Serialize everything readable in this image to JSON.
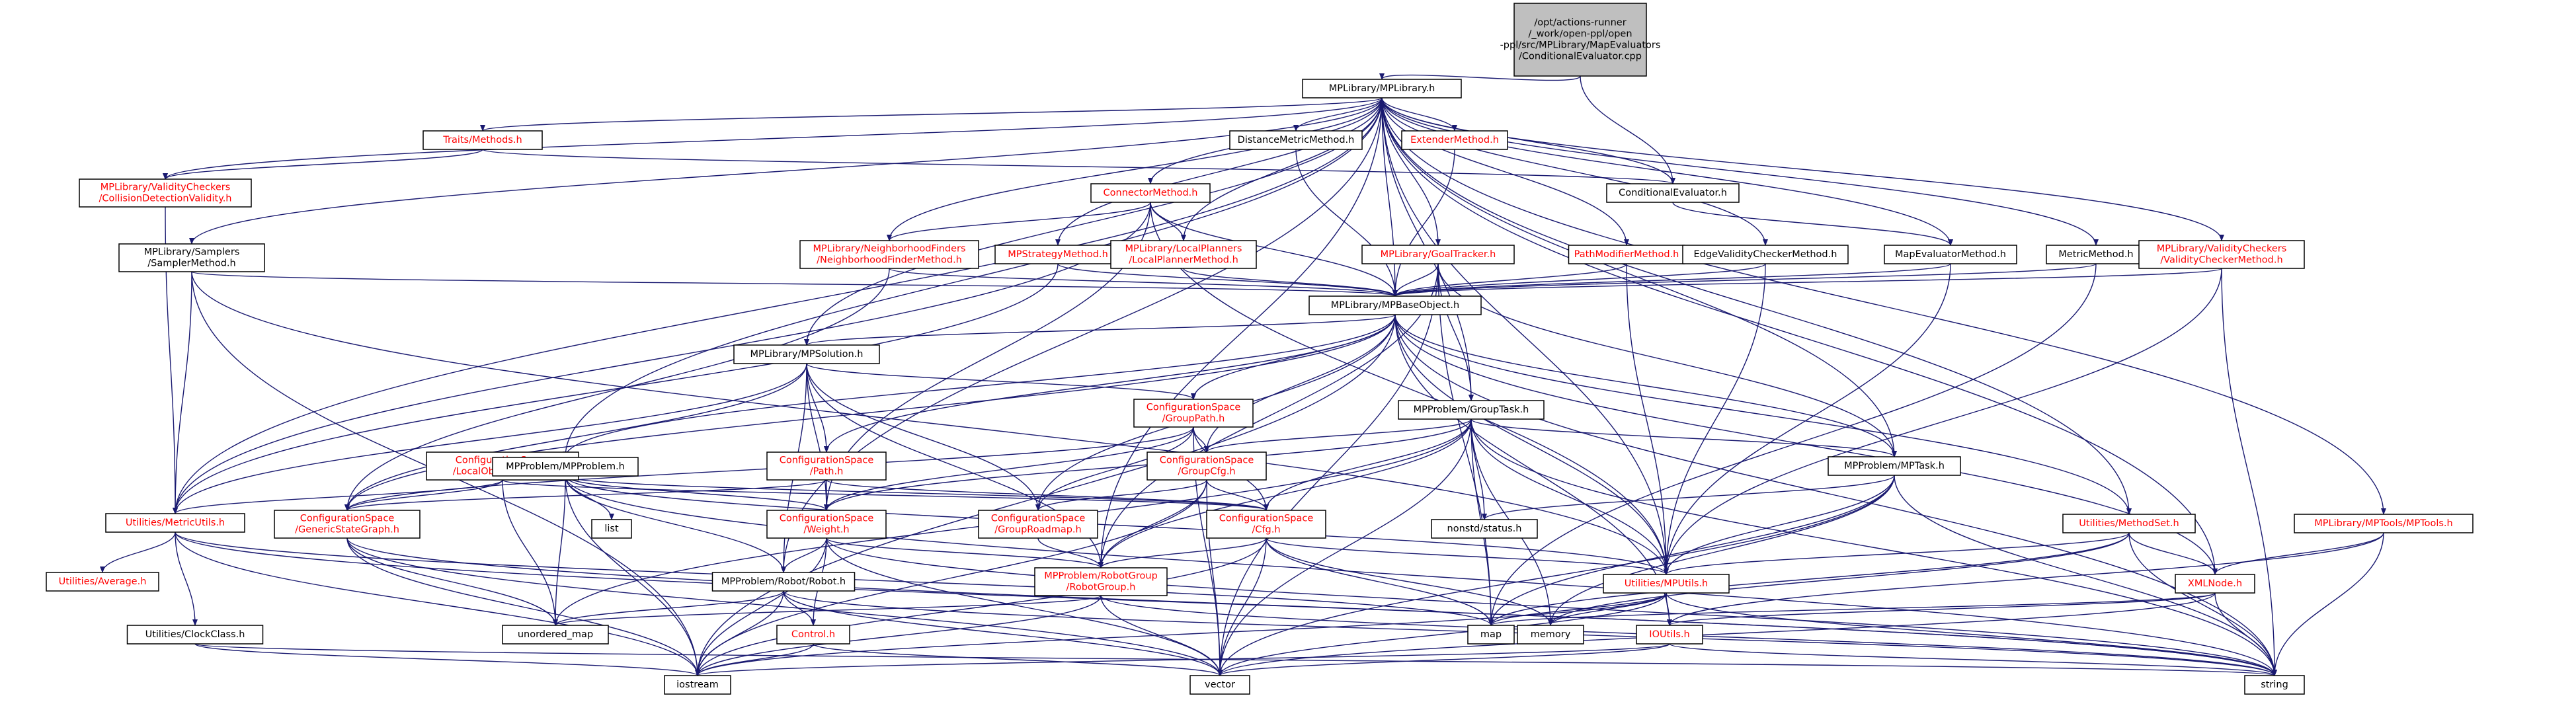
{
  "colors": {
    "edge": "#191970",
    "text_normal": "#000000",
    "text_link_missing": "#ff0000",
    "root_fill": "#bfbfbf",
    "node_fill": "#ffffff",
    "border": "#000000"
  },
  "nodes": [
    {
      "id": "root",
      "lines": [
        "/opt/actions-runner",
        "/_work/open-ppl/open",
        "-ppl/src/MPLibrary/MapEvaluators",
        "/ConditionalEvaluator.cpp"
      ],
      "style": "root"
    },
    {
      "id": "mplibrary",
      "lines": [
        "MPLibrary/MPLibrary.h"
      ],
      "style": "normal"
    },
    {
      "id": "traits",
      "lines": [
        "Traits/Methods.h"
      ],
      "style": "red"
    },
    {
      "id": "distancemetric",
      "lines": [
        "DistanceMetricMethod.h"
      ],
      "style": "normal"
    },
    {
      "id": "extender",
      "lines": [
        "ExtenderMethod.h"
      ],
      "style": "red"
    },
    {
      "id": "colldetval",
      "lines": [
        "MPLibrary/ValidityCheckers",
        "/CollisionDetectionValidity.h"
      ],
      "style": "red"
    },
    {
      "id": "condeval",
      "lines": [
        "ConditionalEvaluator.h"
      ],
      "style": "normal"
    },
    {
      "id": "connector",
      "lines": [
        "ConnectorMethod.h"
      ],
      "style": "red"
    },
    {
      "id": "samplers",
      "lines": [
        "MPLibrary/Samplers",
        "/SamplerMethod.h"
      ],
      "style": "normal"
    },
    {
      "id": "nfinders",
      "lines": [
        "MPLibrary/NeighborhoodFinders",
        "/NeighborhoodFinderMethod.h"
      ],
      "style": "red"
    },
    {
      "id": "mpstrategy",
      "lines": [
        "MPStrategyMethod.h"
      ],
      "style": "red"
    },
    {
      "id": "localplanners",
      "lines": [
        "MPLibrary/LocalPlanners",
        "/LocalPlannerMethod.h"
      ],
      "style": "red"
    },
    {
      "id": "goaltracker",
      "lines": [
        "MPLibrary/GoalTracker.h"
      ],
      "style": "red"
    },
    {
      "id": "pathmodifier",
      "lines": [
        "PathModifierMethod.h"
      ],
      "style": "red"
    },
    {
      "id": "edgevalidity",
      "lines": [
        "EdgeValidityCheckerMethod.h"
      ],
      "style": "normal"
    },
    {
      "id": "mapeval",
      "lines": [
        "MapEvaluatorMethod.h"
      ],
      "style": "normal"
    },
    {
      "id": "metric",
      "lines": [
        "MetricMethod.h"
      ],
      "style": "normal"
    },
    {
      "id": "validitychecker",
      "lines": [
        "MPLibrary/ValidityCheckers",
        "/ValidityCheckerMethod.h"
      ],
      "style": "red"
    },
    {
      "id": "mpbase",
      "lines": [
        "MPLibrary/MPBaseObject.h"
      ],
      "style": "normal"
    },
    {
      "id": "mpsolution",
      "lines": [
        "MPLibrary/MPSolution.h"
      ],
      "style": "normal"
    },
    {
      "id": "grouppath",
      "lines": [
        "ConfigurationSpace",
        "/GroupPath.h"
      ],
      "style": "red"
    },
    {
      "id": "grouptask",
      "lines": [
        "MPProblem/GroupTask.h"
      ],
      "style": "normal"
    },
    {
      "id": "localobstacle",
      "lines": [
        "ConfigurationSpace",
        "/LocalObstacleMap.h"
      ],
      "style": "red"
    },
    {
      "id": "mpproblem",
      "lines": [
        "MPProblem/MPProblem.h"
      ],
      "style": "normal"
    },
    {
      "id": "path",
      "lines": [
        "ConfigurationSpace",
        "/Path.h"
      ],
      "style": "red"
    },
    {
      "id": "groupcfg",
      "lines": [
        "ConfigurationSpace",
        "/GroupCfg.h"
      ],
      "style": "red"
    },
    {
      "id": "mptask",
      "lines": [
        "MPProblem/MPTask.h"
      ],
      "style": "normal"
    },
    {
      "id": "metricutils",
      "lines": [
        "Utilities/MetricUtils.h"
      ],
      "style": "red"
    },
    {
      "id": "genstategraph",
      "lines": [
        "ConfigurationSpace",
        "/GenericStateGraph.h"
      ],
      "style": "red"
    },
    {
      "id": "list",
      "lines": [
        "list"
      ],
      "style": "normal"
    },
    {
      "id": "weight",
      "lines": [
        "ConfigurationSpace",
        "/Weight.h"
      ],
      "style": "red"
    },
    {
      "id": "grouproadmap",
      "lines": [
        "ConfigurationSpace",
        "/GroupRoadmap.h"
      ],
      "style": "red"
    },
    {
      "id": "cfg",
      "lines": [
        "ConfigurationSpace",
        "/Cfg.h"
      ],
      "style": "red"
    },
    {
      "id": "nonstdstatus",
      "lines": [
        "nonstd/status.h"
      ],
      "style": "normal"
    },
    {
      "id": "methodset",
      "lines": [
        "Utilities/MethodSet.h"
      ],
      "style": "red"
    },
    {
      "id": "mptools",
      "lines": [
        "MPLibrary/MPTools/MPTools.h"
      ],
      "style": "red"
    },
    {
      "id": "average",
      "lines": [
        "Utilities/Average.h"
      ],
      "style": "red"
    },
    {
      "id": "robot",
      "lines": [
        "MPProblem/Robot/Robot.h"
      ],
      "style": "normal"
    },
    {
      "id": "robotgroup",
      "lines": [
        "MPProblem/RobotGroup",
        "/RobotGroup.h"
      ],
      "style": "red"
    },
    {
      "id": "mputils",
      "lines": [
        "Utilities/MPUtils.h"
      ],
      "style": "red"
    },
    {
      "id": "xmlnode",
      "lines": [
        "XMLNode.h"
      ],
      "style": "red"
    },
    {
      "id": "clockclass",
      "lines": [
        "Utilities/ClockClass.h"
      ],
      "style": "normal"
    },
    {
      "id": "unorderedmap",
      "lines": [
        "unordered_map"
      ],
      "style": "normal"
    },
    {
      "id": "control",
      "lines": [
        "Control.h"
      ],
      "style": "red"
    },
    {
      "id": "map",
      "lines": [
        "map"
      ],
      "style": "normal"
    },
    {
      "id": "memory",
      "lines": [
        "memory"
      ],
      "style": "normal"
    },
    {
      "id": "ioutils",
      "lines": [
        "IOUtils.h"
      ],
      "style": "red"
    },
    {
      "id": "iostream",
      "lines": [
        "iostream"
      ],
      "style": "normal"
    },
    {
      "id": "vector",
      "lines": [
        "vector"
      ],
      "style": "normal"
    },
    {
      "id": "string",
      "lines": [
        "string"
      ],
      "style": "normal"
    }
  ],
  "edges": [
    [
      "root",
      "mplibrary"
    ],
    [
      "root",
      "condeval"
    ],
    [
      "mplibrary",
      "traits"
    ],
    [
      "mplibrary",
      "distancemetric"
    ],
    [
      "mplibrary",
      "extender"
    ],
    [
      "mplibrary",
      "colldetval"
    ],
    [
      "mplibrary",
      "condeval"
    ],
    [
      "mplibrary",
      "connector"
    ],
    [
      "mplibrary",
      "samplers"
    ],
    [
      "mplibrary",
      "nfinders"
    ],
    [
      "mplibrary",
      "mpstrategy"
    ],
    [
      "mplibrary",
      "localplanners"
    ],
    [
      "mplibrary",
      "goaltracker"
    ],
    [
      "mplibrary",
      "pathmodifier"
    ],
    [
      "mplibrary",
      "edgevalidity"
    ],
    [
      "mplibrary",
      "mapeval"
    ],
    [
      "mplibrary",
      "metric"
    ],
    [
      "mplibrary",
      "validitychecker"
    ],
    [
      "mplibrary",
      "mpbase"
    ],
    [
      "mplibrary",
      "mpsolution"
    ],
    [
      "mplibrary",
      "grouptask"
    ],
    [
      "mplibrary",
      "mpproblem"
    ],
    [
      "mplibrary",
      "mptask"
    ],
    [
      "mplibrary",
      "metricutils"
    ],
    [
      "mplibrary",
      "methodset"
    ],
    [
      "mplibrary",
      "mptools"
    ],
    [
      "mplibrary",
      "robot"
    ],
    [
      "mplibrary",
      "robotgroup"
    ],
    [
      "mplibrary",
      "mputils"
    ],
    [
      "mplibrary",
      "xmlnode"
    ],
    [
      "traits",
      "colldetval"
    ],
    [
      "traits",
      "condeval"
    ],
    [
      "distancemetric",
      "mpbase"
    ],
    [
      "extender",
      "mpbase"
    ],
    [
      "colldetval",
      "metricutils"
    ],
    [
      "condeval",
      "mapeval"
    ],
    [
      "connector",
      "nfinders"
    ],
    [
      "connector",
      "localplanners"
    ],
    [
      "connector",
      "mpbase"
    ],
    [
      "connector",
      "metricutils"
    ],
    [
      "connector",
      "weight"
    ],
    [
      "connector",
      "mputils"
    ],
    [
      "samplers",
      "mpbase"
    ],
    [
      "samplers",
      "metricutils"
    ],
    [
      "samplers",
      "mputils"
    ],
    [
      "samplers",
      "iostream"
    ],
    [
      "nfinders",
      "mpbase"
    ],
    [
      "nfinders",
      "genstategraph"
    ],
    [
      "mpstrategy",
      "mpbase"
    ],
    [
      "mpstrategy",
      "metricutils"
    ],
    [
      "localplanners",
      "mpbase"
    ],
    [
      "goaltracker",
      "mpbase"
    ],
    [
      "goaltracker",
      "grouptask"
    ],
    [
      "goaltracker",
      "mptask"
    ],
    [
      "goaltracker",
      "robotgroup"
    ],
    [
      "goaltracker",
      "map"
    ],
    [
      "goaltracker",
      "vector"
    ],
    [
      "pathmodifier",
      "mpbase"
    ],
    [
      "pathmodifier",
      "mputils"
    ],
    [
      "edgevalidity",
      "mpbase"
    ],
    [
      "edgevalidity",
      "mputils"
    ],
    [
      "mapeval",
      "mpbase"
    ],
    [
      "mapeval",
      "mputils"
    ],
    [
      "metric",
      "mpbase"
    ],
    [
      "metric",
      "map"
    ],
    [
      "validitychecker",
      "mpbase"
    ],
    [
      "validitychecker",
      "mputils"
    ],
    [
      "validitychecker",
      "string"
    ],
    [
      "mpbase",
      "mpsolution"
    ],
    [
      "mpbase",
      "grouppath"
    ],
    [
      "mpbase",
      "mpproblem"
    ],
    [
      "mpbase",
      "path"
    ],
    [
      "mpbase",
      "groupcfg"
    ],
    [
      "mpbase",
      "mptask"
    ],
    [
      "mpbase",
      "genstategraph"
    ],
    [
      "mpbase",
      "grouproadmap"
    ],
    [
      "mpbase",
      "methodset"
    ],
    [
      "mpbase",
      "mputils"
    ],
    [
      "mpbase",
      "xmlnode"
    ],
    [
      "mpbase",
      "ioutils"
    ],
    [
      "mpbase",
      "iostream"
    ],
    [
      "mpbase",
      "string"
    ],
    [
      "mpsolution",
      "grouppath"
    ],
    [
      "mpsolution",
      "path"
    ],
    [
      "mpsolution",
      "metricutils"
    ],
    [
      "mpsolution",
      "genstategraph"
    ],
    [
      "mpsolution",
      "weight"
    ],
    [
      "mpsolution",
      "grouproadmap"
    ],
    [
      "mpsolution",
      "robot"
    ],
    [
      "mpsolution",
      "robotgroup"
    ],
    [
      "grouppath",
      "groupcfg"
    ],
    [
      "grouppath",
      "cfg"
    ],
    [
      "grouppath",
      "weight"
    ],
    [
      "grouppath",
      "grouproadmap"
    ],
    [
      "grouppath",
      "genstategraph"
    ],
    [
      "grouppath",
      "vector"
    ],
    [
      "grouptask",
      "mptask"
    ],
    [
      "grouptask",
      "groupcfg"
    ],
    [
      "grouptask",
      "cfg"
    ],
    [
      "grouptask",
      "nonstdstatus"
    ],
    [
      "grouptask",
      "robotgroup"
    ],
    [
      "grouptask",
      "unorderedmap"
    ],
    [
      "grouptask",
      "map"
    ],
    [
      "grouptask",
      "memory"
    ],
    [
      "grouptask",
      "vector"
    ],
    [
      "grouptask",
      "string"
    ],
    [
      "grouptask",
      "weight"
    ],
    [
      "grouptask",
      "mputils"
    ],
    [
      "localobstacle",
      "metricutils"
    ],
    [
      "localobstacle",
      "genstategraph"
    ],
    [
      "localobstacle",
      "cfg"
    ],
    [
      "localobstacle",
      "unorderedmap"
    ],
    [
      "mpproblem",
      "list"
    ],
    [
      "mpproblem",
      "cfg"
    ],
    [
      "mpproblem",
      "weight"
    ],
    [
      "mpproblem",
      "robot"
    ],
    [
      "mpproblem",
      "unorderedmap"
    ],
    [
      "mpproblem",
      "iostream"
    ],
    [
      "mpproblem",
      "string"
    ],
    [
      "mpproblem",
      "mputils"
    ],
    [
      "path",
      "weight"
    ],
    [
      "path",
      "genstategraph"
    ],
    [
      "path",
      "cfg"
    ],
    [
      "groupcfg",
      "cfg"
    ],
    [
      "groupcfg",
      "grouproadmap"
    ],
    [
      "groupcfg",
      "robotgroup"
    ],
    [
      "groupcfg",
      "iostream"
    ],
    [
      "groupcfg",
      "vector"
    ],
    [
      "mptask",
      "nonstdstatus"
    ],
    [
      "mptask",
      "mputils"
    ],
    [
      "mptask",
      "map"
    ],
    [
      "mptask",
      "memory"
    ],
    [
      "mptask",
      "vector"
    ],
    [
      "mptask",
      "string"
    ],
    [
      "metricutils",
      "average"
    ],
    [
      "metricutils",
      "clockclass"
    ],
    [
      "metricutils",
      "iostream"
    ],
    [
      "metricutils",
      "string"
    ],
    [
      "metricutils",
      "map"
    ],
    [
      "genstategraph",
      "unorderedmap"
    ],
    [
      "genstategraph",
      "iostream"
    ],
    [
      "genstategraph",
      "vector"
    ],
    [
      "genstategraph",
      "string"
    ],
    [
      "weight",
      "robot"
    ],
    [
      "weight",
      "control"
    ],
    [
      "weight",
      "robotgroup"
    ],
    [
      "weight",
      "iostream"
    ],
    [
      "weight",
      "vector"
    ],
    [
      "weight",
      "string"
    ],
    [
      "grouproadmap",
      "robotgroup"
    ],
    [
      "cfg",
      "robotgroup"
    ],
    [
      "cfg",
      "mputils"
    ],
    [
      "cfg",
      "map"
    ],
    [
      "cfg",
      "memory"
    ],
    [
      "cfg",
      "vector"
    ],
    [
      "cfg",
      "iostream"
    ],
    [
      "methodset",
      "mputils"
    ],
    [
      "methodset",
      "xmlnode"
    ],
    [
      "methodset",
      "map"
    ],
    [
      "methodset",
      "memory"
    ],
    [
      "methodset",
      "string"
    ],
    [
      "mptools",
      "xmlnode"
    ],
    [
      "mptools",
      "ioutils"
    ],
    [
      "mptools",
      "string"
    ],
    [
      "robot",
      "control"
    ],
    [
      "robot",
      "unorderedmap"
    ],
    [
      "robot",
      "iostream"
    ],
    [
      "robot",
      "vector"
    ],
    [
      "robot",
      "string"
    ],
    [
      "robotgroup",
      "unorderedmap"
    ],
    [
      "robotgroup",
      "vector"
    ],
    [
      "robotgroup",
      "string"
    ],
    [
      "robotgroup",
      "iostream"
    ],
    [
      "mputils",
      "ioutils"
    ],
    [
      "mputils",
      "map"
    ],
    [
      "mputils",
      "memory"
    ],
    [
      "mputils",
      "vector"
    ],
    [
      "mputils",
      "string"
    ],
    [
      "mputils",
      "iostream"
    ],
    [
      "xmlnode",
      "ioutils"
    ],
    [
      "xmlnode",
      "vector"
    ],
    [
      "xmlnode",
      "string"
    ],
    [
      "xmlnode",
      "map"
    ],
    [
      "clockclass",
      "iostream"
    ],
    [
      "clockclass",
      "string"
    ],
    [
      "control",
      "iostream"
    ],
    [
      "control",
      "vector"
    ],
    [
      "ioutils",
      "iostream"
    ],
    [
      "ioutils",
      "vector"
    ],
    [
      "ioutils",
      "string"
    ]
  ]
}
